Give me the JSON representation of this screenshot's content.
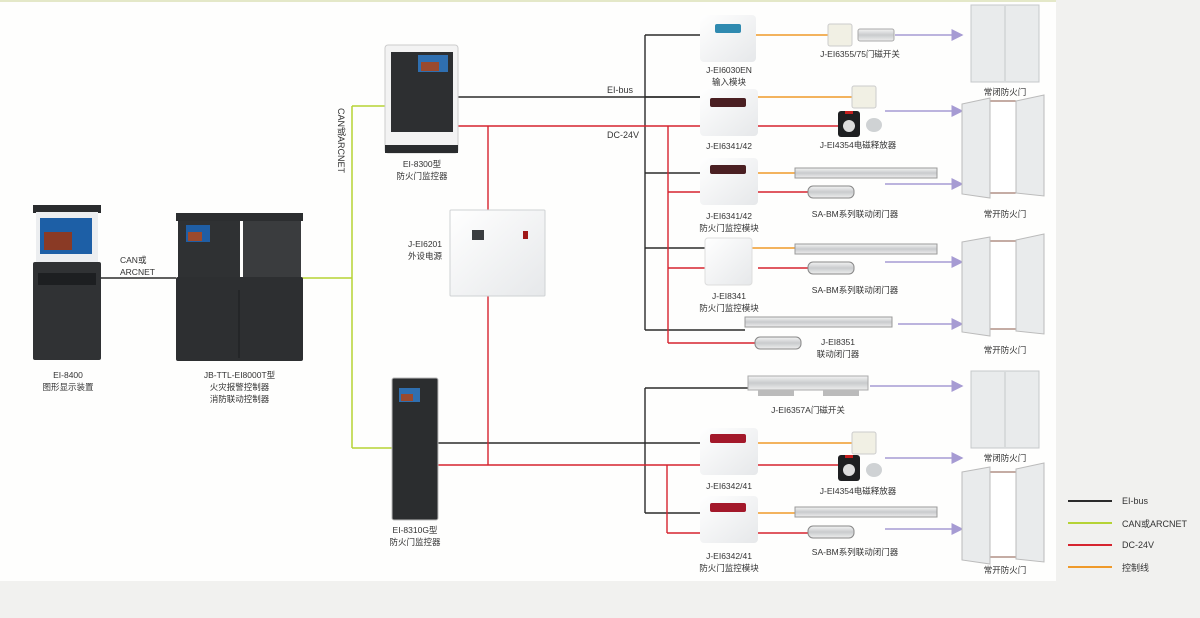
{
  "colors": {
    "ei_bus": "#2b2b2b",
    "can_arcnet": "#b5d335",
    "dc24v": "#d6242f",
    "control": "#ef9a2a",
    "arrow": "#a69bd3",
    "canvas_bg": "#fefefd",
    "page_bg": "#f1f1ef"
  },
  "devices": {
    "ei8400": {
      "model": "EI-8400",
      "name": "图形显示装置"
    },
    "ei8000t": {
      "model": "JB-TTL-EI8000T型",
      "name1": "火灾报警控制器",
      "name2": "消防联动控制器"
    },
    "ei8300": {
      "model": "EI-8300型",
      "name": "防火门监控器"
    },
    "ei6201": {
      "model": "J-EI6201",
      "name": "外设电源"
    },
    "ei8310g": {
      "model": "EI-8310G型",
      "name": "防火门监控器"
    },
    "ei6030en": {
      "model": "J-EI6030EN",
      "name": "输入模块"
    },
    "ei6341_a": {
      "model": "J-EI6341/42"
    },
    "ei6341_b": {
      "model": "J-EI6341/42",
      "name": "防火门监控模块"
    },
    "ei8341": {
      "model": "J-EI8341",
      "name": "防火门监控模块"
    },
    "ei6342_a": {
      "model": "J-EI6342/41"
    },
    "ei6342_b": {
      "model": "J-EI6342/41",
      "name": "防火门监控模块"
    }
  },
  "accessories": {
    "ei6355": "J-EI6355/75门磁开关",
    "ei4354_a": "J-EI4354电磁释放器",
    "sabm_a": "SA-BM系列联动闭门器",
    "sabm_b": "SA-BM系列联动闭门器",
    "ei8351_model": "J-EI8351",
    "ei8351_name": "联动闭门器",
    "ei6357a": "J-EI6357A门磁开关",
    "ei4354_b": "J-EI4354电磁释放器",
    "sabm_c": "SA-BM系列联动闭门器"
  },
  "doors": {
    "closed1": "常闭防火门",
    "open1": "常开防火门",
    "open2": "常开防火门",
    "closed2": "常闭防火门",
    "open3": "常开防火门"
  },
  "bus_labels": {
    "can_or_arcnet_line1": "CAN或",
    "can_or_arcnet_line2": "ARCNET",
    "can_vertical": "CAN或ARCNET",
    "ei_bus": "EI-bus",
    "dc24v": "DC-24V"
  },
  "legend": [
    {
      "label": "EI-bus",
      "color": "#2b2b2b"
    },
    {
      "label": "CAN或ARCNET",
      "color": "#b5d335"
    },
    {
      "label": "DC-24V",
      "color": "#d6242f"
    },
    {
      "label": "控制线",
      "color": "#ef9a2a"
    }
  ]
}
